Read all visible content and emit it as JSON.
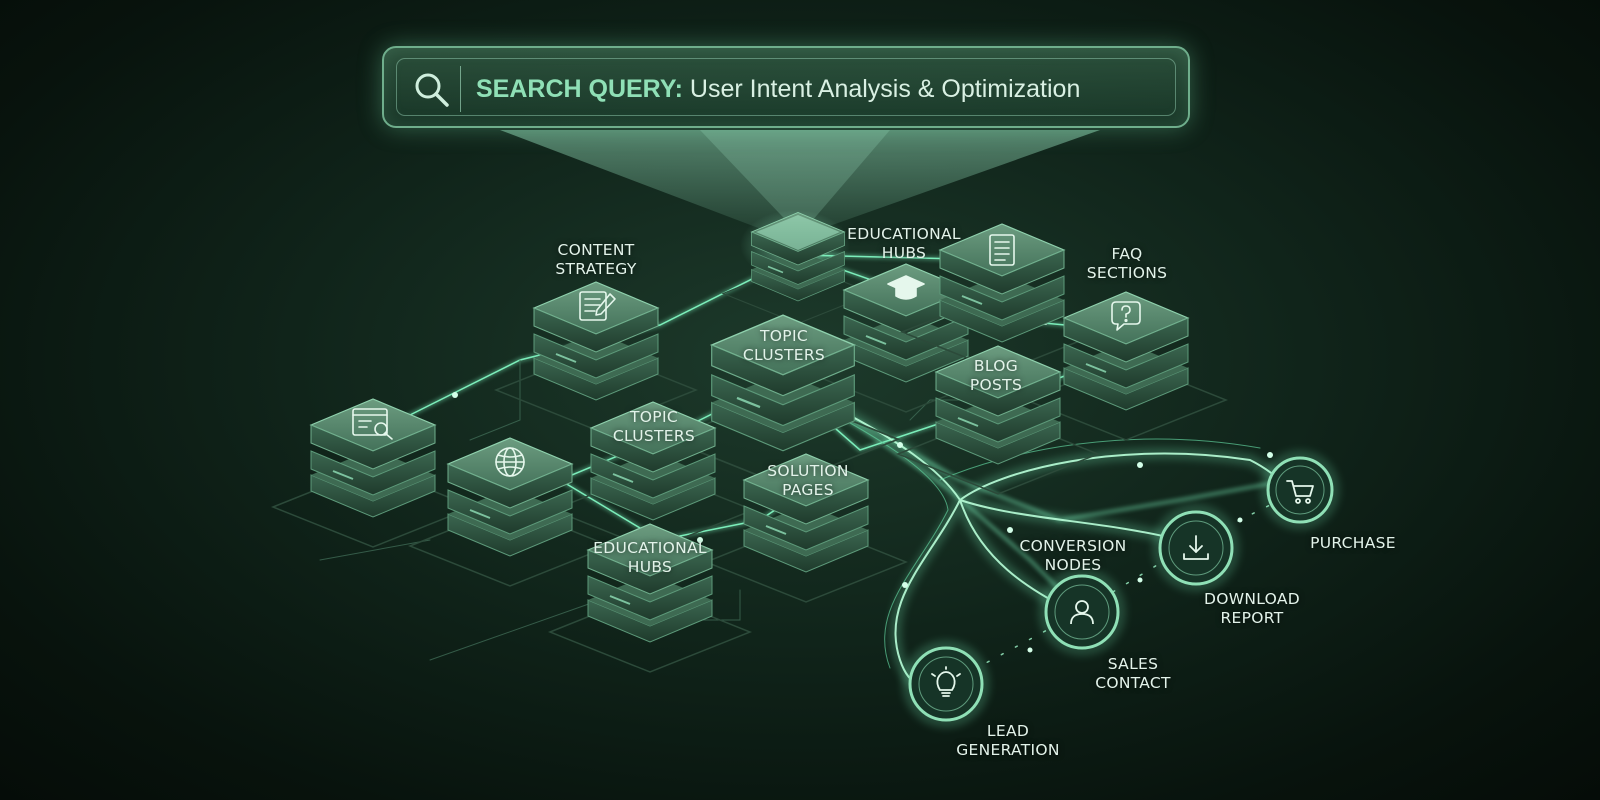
{
  "search": {
    "label": "SEARCH QUERY:",
    "text": "User Intent Analysis & Optimization"
  },
  "nodes": {
    "content_strategy": "CONTENT\nSTRATEGY",
    "educational_hubs_top": "EDUCATIONAL\nHUBS",
    "faq_sections": "FAQ\nSECTIONS",
    "topic_clusters_center": "TOPIC\nCLUSTERS",
    "blog_posts": "BLOG\nPOSTS",
    "topic_clusters_lower": "TOPIC\nCLUSTERS",
    "solution_pages": "SOLUTION\nPAGES",
    "educational_hubs_bottom": "EDUCATIONAL\nHUBS"
  },
  "conversion": {
    "title": "CONVERSION\nNODES",
    "purchase": "PURCHASE",
    "download_report": "DOWNLOAD\nREPORT",
    "sales_contact": "SALES\nCONTACT",
    "lead_generation": "LEAD\nGENERATION"
  },
  "icons": [
    "search-icon",
    "document-edit-icon",
    "browser-search-icon",
    "globe-icon",
    "graduation-cap-icon",
    "document-icon",
    "question-bubble-icon",
    "cart-icon",
    "download-icon",
    "user-icon",
    "lightbulb-icon"
  ],
  "colors": {
    "accent": "#8fe0b6",
    "glow": "#7ff5c0",
    "tile": "#3f6e55",
    "background": "#0b1a12"
  }
}
